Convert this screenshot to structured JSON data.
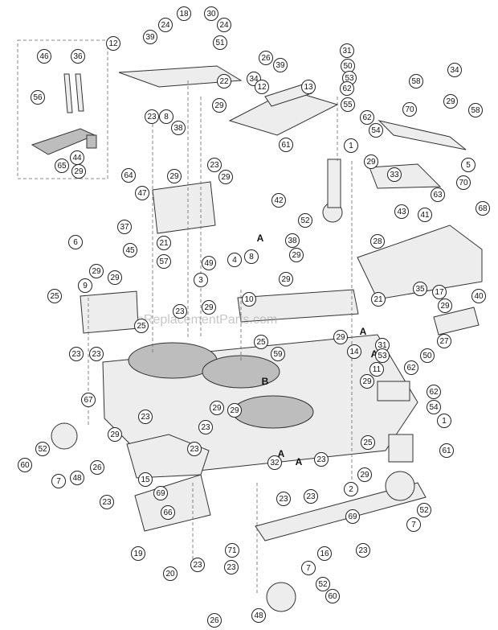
{
  "watermark": "eReplacementParts.com",
  "callouts": [
    "1",
    "2",
    "3",
    "4",
    "5",
    "6",
    "7",
    "8",
    "9",
    "10",
    "11",
    "12",
    "13",
    "14",
    "15",
    "16",
    "17",
    "18",
    "19",
    "20",
    "21",
    "22",
    "23",
    "24",
    "25",
    "26",
    "27",
    "28",
    "29",
    "30",
    "31",
    "32",
    "33",
    "34",
    "35",
    "36",
    "37",
    "38",
    "39",
    "40",
    "41",
    "42",
    "43",
    "44",
    "45",
    "46",
    "47",
    "48",
    "49",
    "50",
    "51",
    "52",
    "53",
    "54",
    "55",
    "56",
    "57",
    "58",
    "59",
    "60",
    "61",
    "62",
    "63",
    "64",
    "65",
    "66",
    "67",
    "68",
    "69",
    "70",
    "71"
  ],
  "letters": [
    "A",
    "B"
  ]
}
